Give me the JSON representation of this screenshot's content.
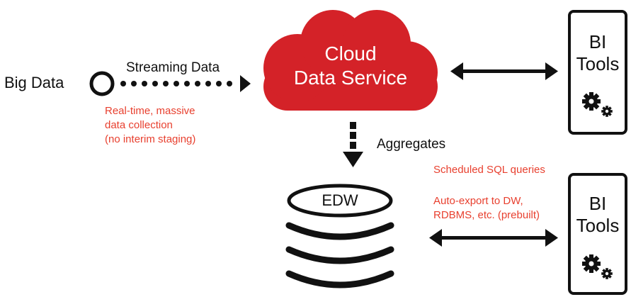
{
  "source": {
    "label": "Big Data"
  },
  "stream": {
    "label": "Streaming Data",
    "note_lines": [
      "Real-time, massive",
      "data collection",
      "(no interim staging)"
    ]
  },
  "cloud": {
    "line1": "Cloud",
    "line2": "Data Service",
    "color": "#d42228"
  },
  "aggregates": {
    "label": "Aggregates"
  },
  "edw": {
    "label": "EDW"
  },
  "edw_notes": {
    "scheduled": "Scheduled SQL queries",
    "export_line1": "Auto-export to DW,",
    "export_line2": "RDBMS, etc. (prebuilt)"
  },
  "bi_top": {
    "line1": "BI",
    "line2": "Tools",
    "icon": "gears-icon"
  },
  "bi_bottom": {
    "line1": "BI",
    "line2": "Tools",
    "icon": "gears-icon"
  },
  "colors": {
    "accent_red": "#e8402f",
    "ink": "#111111"
  }
}
